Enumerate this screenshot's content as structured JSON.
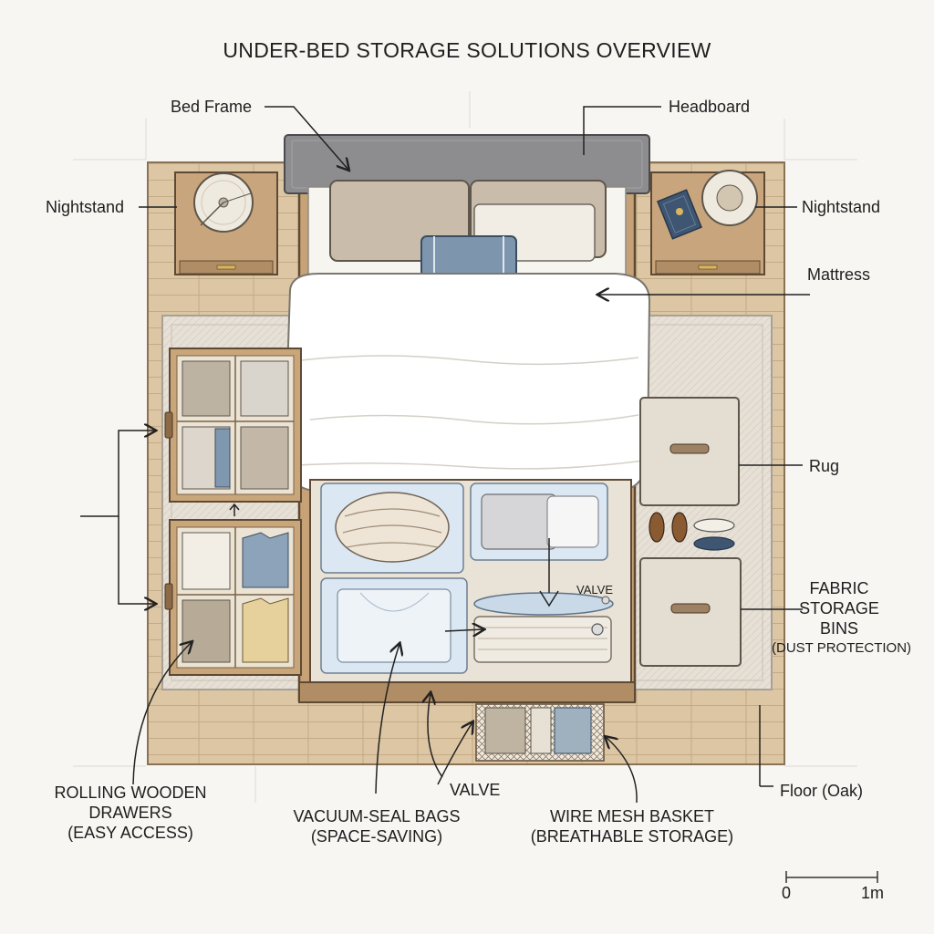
{
  "title": "UNDER-BED STORAGE SOLUTIONS OVERVIEW",
  "labels": {
    "bed_frame": "Bed Frame",
    "headboard": "Headboard",
    "nightstand_left": "Nightstand",
    "nightstand_right": "Nightstand",
    "mattress": "Mattress",
    "rug": "Rug",
    "fabric_bins_line1": "FABRIC",
    "fabric_bins_line2": "STORAGE",
    "fabric_bins_line3": "BINS",
    "fabric_bins_line4": "(DUST PROTECTION)",
    "valve_top": "VALVE",
    "valve_bottom": "VALVE",
    "floor": "Floor (Oak)",
    "drawers_line1": "ROLLING WOODEN",
    "drawers_line2": "DRAWERS",
    "drawers_line3": "(EASY ACCESS)",
    "vacuum_line1": "VACUUM-SEAL BAGS",
    "vacuum_line2": "(SPACE-SAVING)",
    "basket_line1": "WIRE MESH BASKET",
    "basket_line2": "(BREATHABLE STORAGE)"
  },
  "scale": {
    "start": "0",
    "end": "1m"
  },
  "colors": {
    "floor": "#dcc6a4",
    "rug": "#e6e0d6",
    "wood": "#c9a57a",
    "headboard": "#8d8d8f",
    "pillow_taupe": "#c9bcab",
    "pillow_blue": "#7d96ad",
    "bin_fabric": "#e4ddd2",
    "vacuum_bag": "#dbe7f2"
  }
}
